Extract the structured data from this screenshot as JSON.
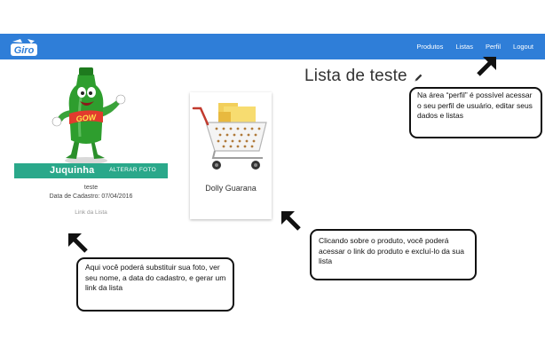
{
  "navbar": {
    "logo_text": "Giro",
    "links": [
      "Produtos",
      "Listas",
      "Perfil",
      "Logout"
    ],
    "accent_color": "#2f7ed8"
  },
  "profile": {
    "name": "Juquinha",
    "edit_photo_label": "ALTERAR FOTO",
    "description": "teste",
    "signup_date": "Data de Cadastro: 07/04/2016",
    "list_link_label": "Link da Lista",
    "mascot_label": "GOW",
    "bar_color": "#2aa88a"
  },
  "list": {
    "title": "Lista de teste",
    "edit_icon": "pencil-icon",
    "products": [
      {
        "name": "Dolly Guarana",
        "image_icon": "shopping-cart-icon"
      }
    ]
  },
  "annotations": {
    "perfil": "Na área “perfil” é possível acessar o seu perfil de usuário, editar seus dados e listas",
    "produto": "Clicando sobre o produto, você poderá acessar o link do produto e excluí-lo da sua lista",
    "foto": "Aqui você poderá substituir sua foto, ver seu nome, a data do cadastro, e gerar um link da lista"
  }
}
